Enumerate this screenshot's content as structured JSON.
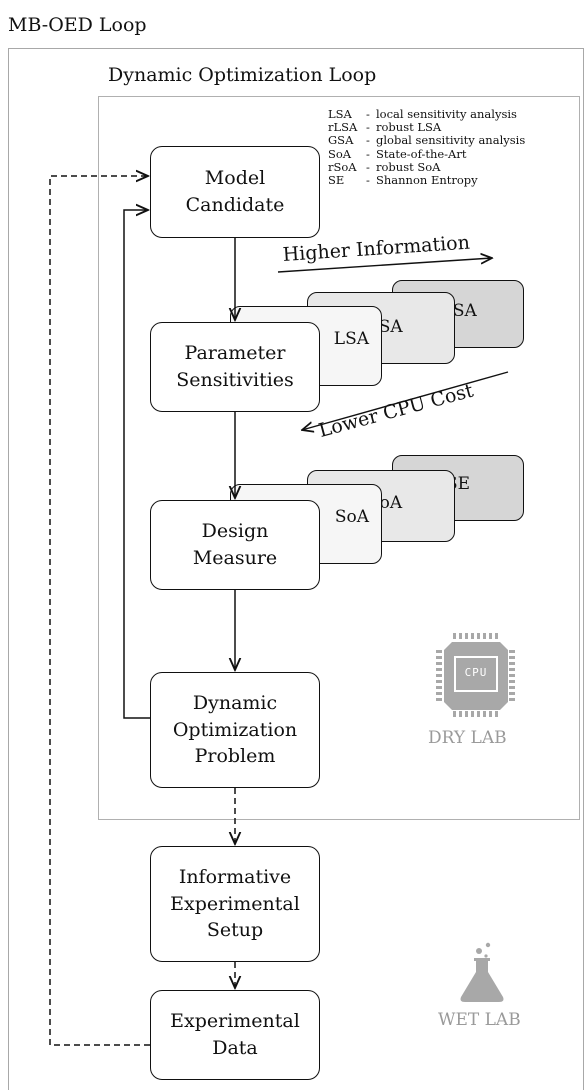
{
  "outer_title": "MB-OED Loop",
  "inner_title": "Dynamic Optimization Loop",
  "legend": [
    {
      "abbr": "LSA",
      "desc": "local sensitivity analysis"
    },
    {
      "abbr": "rLSA",
      "desc": "robust LSA"
    },
    {
      "abbr": "GSA",
      "desc": "global sensitivity analysis"
    },
    {
      "abbr": "SoA",
      "desc": "State-of-the-Art"
    },
    {
      "abbr": "rSoA",
      "desc": "robust SoA"
    },
    {
      "abbr": "SE",
      "desc": "Shannon Entropy"
    }
  ],
  "boxes": {
    "model_candidate": "Model\nCandidate",
    "parameter_sensitivities": "Parameter\nSensitivities",
    "design_measure": "Design\nMeasure",
    "dynamic_optimization_problem": "Dynamic\nOptimization\nProblem",
    "informative_experimental_setup": "Informative\nExperimental\nSetup",
    "experimental_data": "Experimental\nData"
  },
  "sensitivity_cards": [
    "LSA",
    "rLSA",
    "GSA"
  ],
  "measure_cards": [
    "SoA",
    "rSoA",
    "SE"
  ],
  "arrow_labels": {
    "higher_information": "Higher Information",
    "lower_cpu_cost": "Lower CPU Cost"
  },
  "cpu_chip_text": "CPU",
  "dry_lab": "DRY LAB",
  "wet_lab": "WET LAB"
}
